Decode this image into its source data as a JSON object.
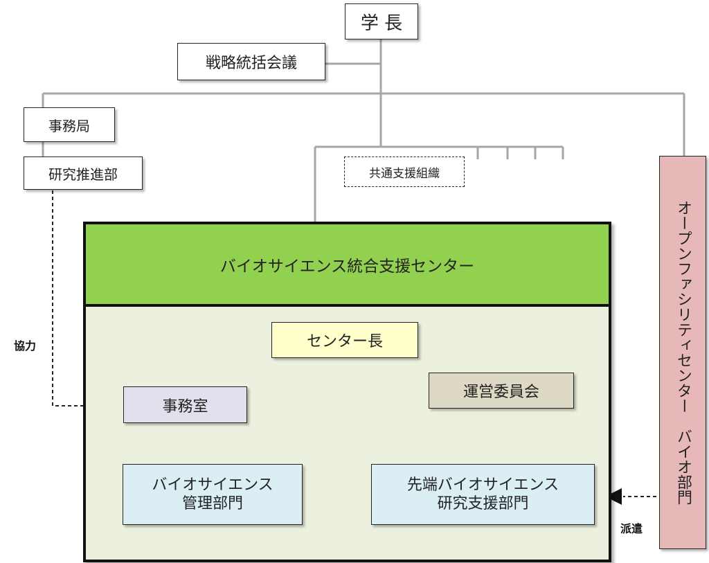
{
  "nodes": {
    "president": "学 長",
    "strategy_council": "戦略統括会議",
    "secretariat": "事務局",
    "research_promotion": "研究推進部",
    "common_support": "共通支援組織",
    "center_title": "バイオサイエンス統合支援センター",
    "center_director": "センター長",
    "steering_committee": "運営委員会",
    "center_office": "事務室",
    "management_div": [
      "バイオサイエンス",
      "管理部門"
    ],
    "advanced_div": [
      "先端バイオサイエンス",
      "研究支援部門"
    ],
    "open_facility": "オープンファシリティセンター　バイオ部門"
  },
  "labels": {
    "cooperation": "協力",
    "dispatch": "派遣"
  },
  "colors": {
    "center_header": "#92d050",
    "center_body": "#ebf1de",
    "director": "#ffffcc",
    "committee": "#ddd9c4",
    "office": "#e4dfec",
    "divisions": "#daeef3",
    "open_facility": "#e6b9b8",
    "connector": "#a6a6a6"
  }
}
